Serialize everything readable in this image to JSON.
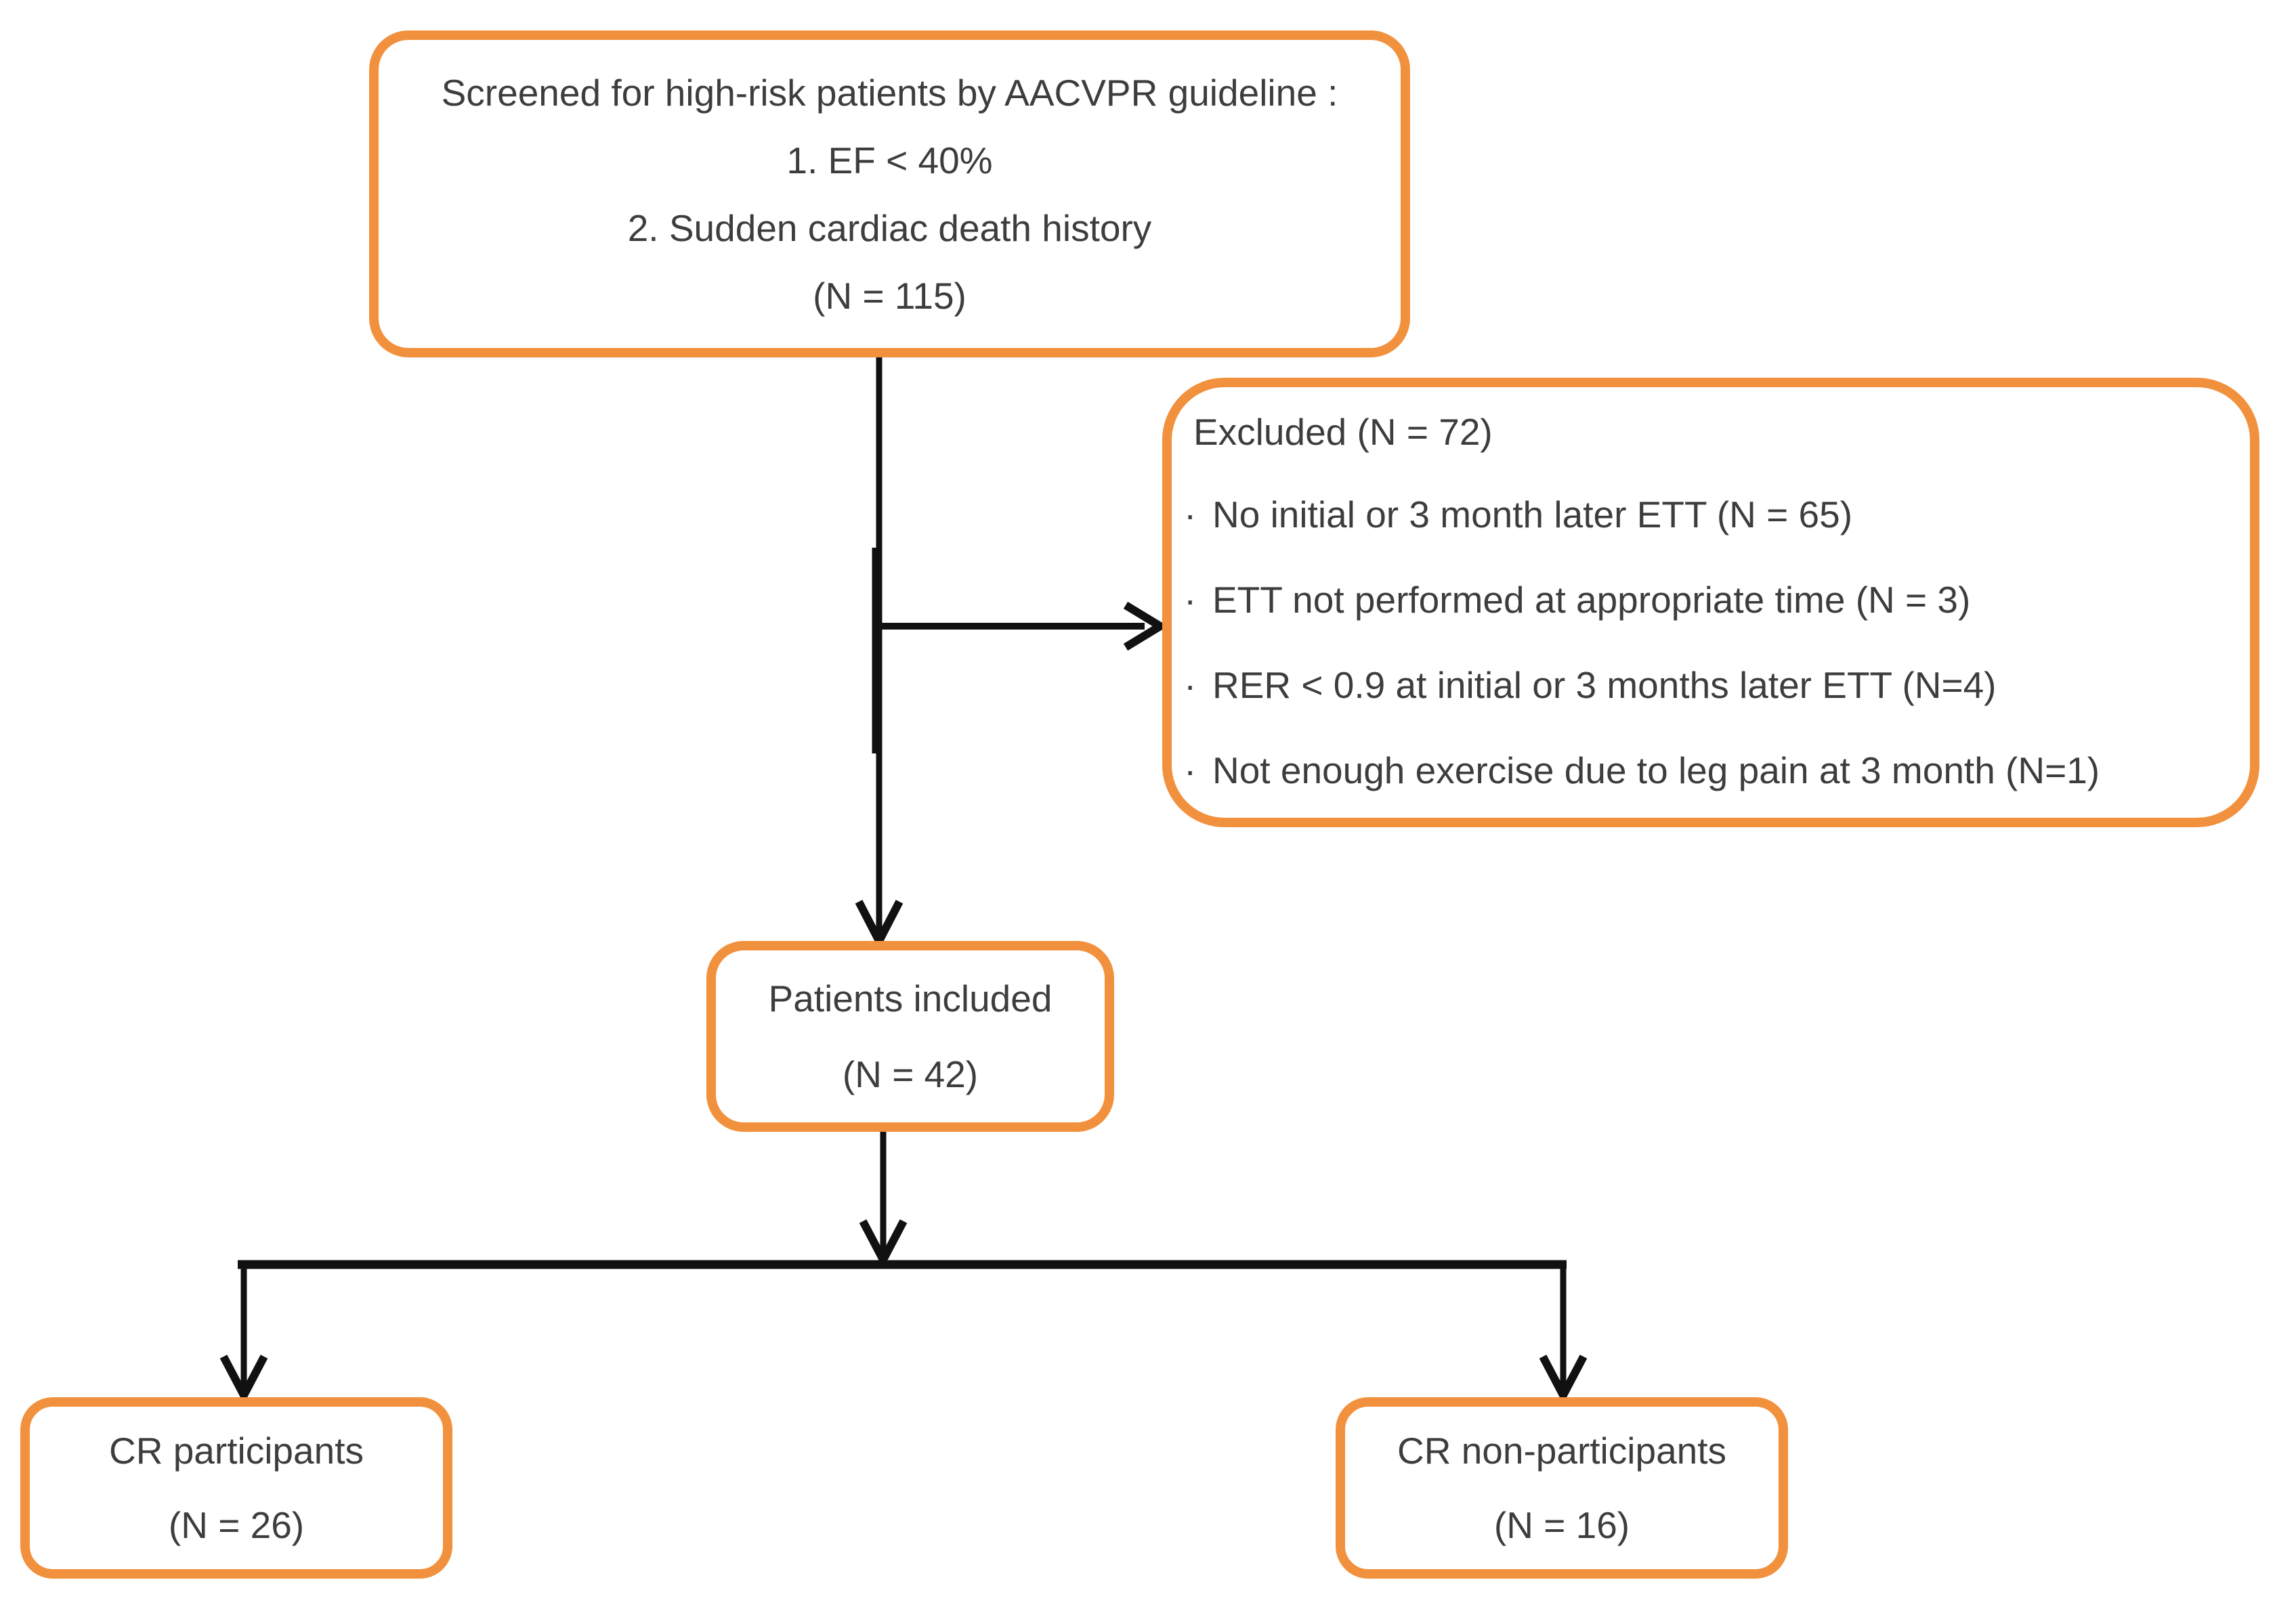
{
  "figure": {
    "type": "patient-flow-diagram",
    "boxes": {
      "screened": {
        "lines": [
          "Screened for high-risk patients by AACVPR guideline :",
          "1. EF < 40%",
          "2. Sudden cardiac death history",
          "(N = 115)"
        ]
      },
      "excluded": {
        "title": "Excluded (N = 72)",
        "bullet": "·",
        "items": [
          "No initial or 3 month later ETT (N = 65)",
          "ETT not performed at appropriate time (N = 3)",
          "RER < 0.9 at initial or 3 months later ETT (N=4)",
          "Not enough exercise due to leg pain at 3 month (N=1)"
        ]
      },
      "included": {
        "lines": [
          "Patients included",
          "(N = 42)"
        ]
      },
      "cr_participants": {
        "lines": [
          "CR participants",
          "(N = 26)"
        ]
      },
      "cr_non_participants": {
        "lines": [
          "CR non-participants",
          "(N = 16)"
        ]
      }
    },
    "counts": {
      "screened": 115,
      "excluded": 72,
      "no_initial_or_3_month_ett": 65,
      "ett_not_performed_at_appropriate_time": 3,
      "rer_below_0_9": 4,
      "not_enough_exercise_leg_pain": 1,
      "included": 42,
      "cr_participants": 26,
      "cr_non_participants": 16
    },
    "colors": {
      "box_border": "#F2913D",
      "arrow": "#111111",
      "text": "#3D3D3D",
      "background": "#FFFFFF"
    }
  }
}
